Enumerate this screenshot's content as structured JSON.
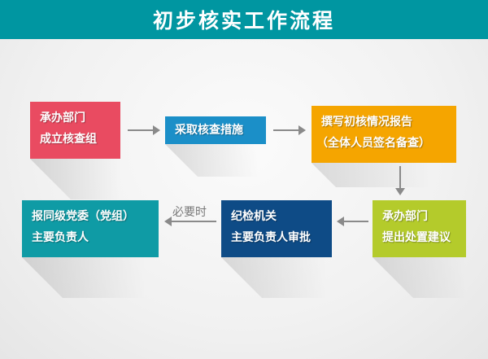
{
  "title": "初步核实工作流程",
  "colors": {
    "header": "#0096a1",
    "step1": "#e94b61",
    "step2": "#1b8fc8",
    "step3": "#f5a500",
    "step4": "#b4cb2b",
    "step5": "#0e4b86",
    "step6": "#0f9ba5"
  },
  "steps": [
    {
      "line1": "承办部门",
      "line2": "成立核查组"
    },
    {
      "line1": "采取核查措施"
    },
    {
      "line1": "撰写初核情况报告",
      "line2": "（全体人员签名备查）"
    },
    {
      "line1": "承办部门",
      "line2": "提出处置建议"
    },
    {
      "line1": "纪检机关",
      "line2": "主要负责人审批"
    },
    {
      "line1": "报同级党委（党组）",
      "line2": "主要负责人"
    }
  ],
  "conditional_label": "必要时"
}
